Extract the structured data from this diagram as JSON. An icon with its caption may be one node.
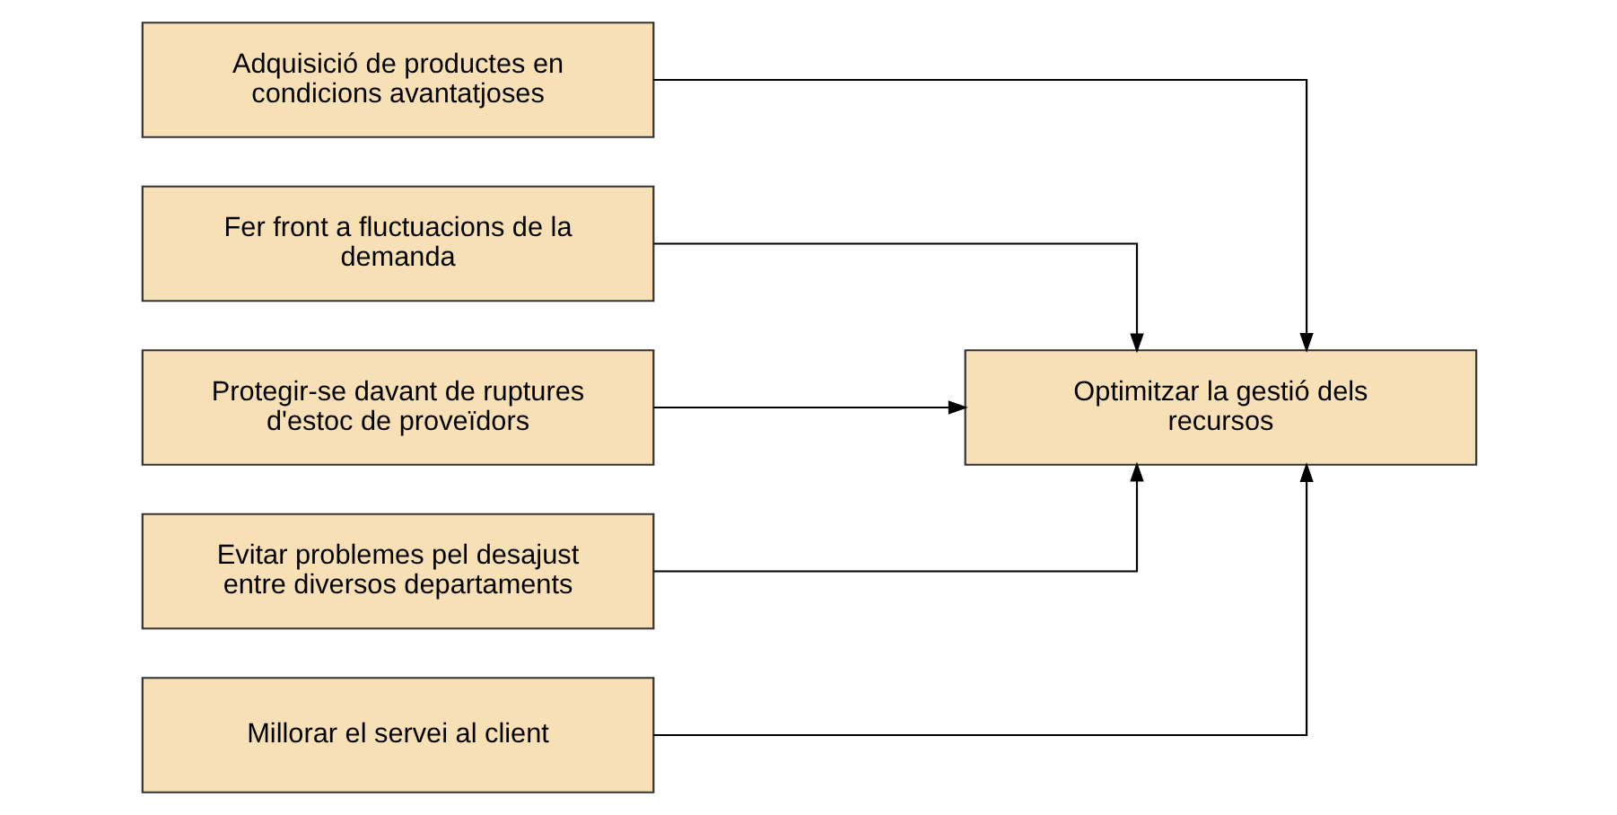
{
  "diagram": {
    "nodes": [
      {
        "text": [
          "Adquisició de productes en condicions avantatjoses"
        ]
      },
      {
        "text": [
          "Fer front a fluctuacions de la demanda"
        ]
      },
      {
        "text": [
          "Protegir-se davant de ruptures d'estoc de proveïdors"
        ]
      },
      {
        "text": [
          "Evitar problemes pel desajust entre diversos departaments"
        ]
      },
      {
        "text": [
          "Millorar el servei al client"
        ]
      },
      {
        "text": [
          "Optimitzar la gestió dels recursos"
        ]
      }
    ],
    "edges": [
      {
        "from": 0,
        "to": 5,
        "arrow": "to"
      },
      {
        "from": 1,
        "to": 5,
        "arrow": "to"
      },
      {
        "from": 2,
        "to": 5,
        "arrow": "to"
      },
      {
        "from": 3,
        "to": 5,
        "arrow": "to"
      },
      {
        "from": 4,
        "to": 5,
        "arrow": "to"
      }
    ]
  }
}
